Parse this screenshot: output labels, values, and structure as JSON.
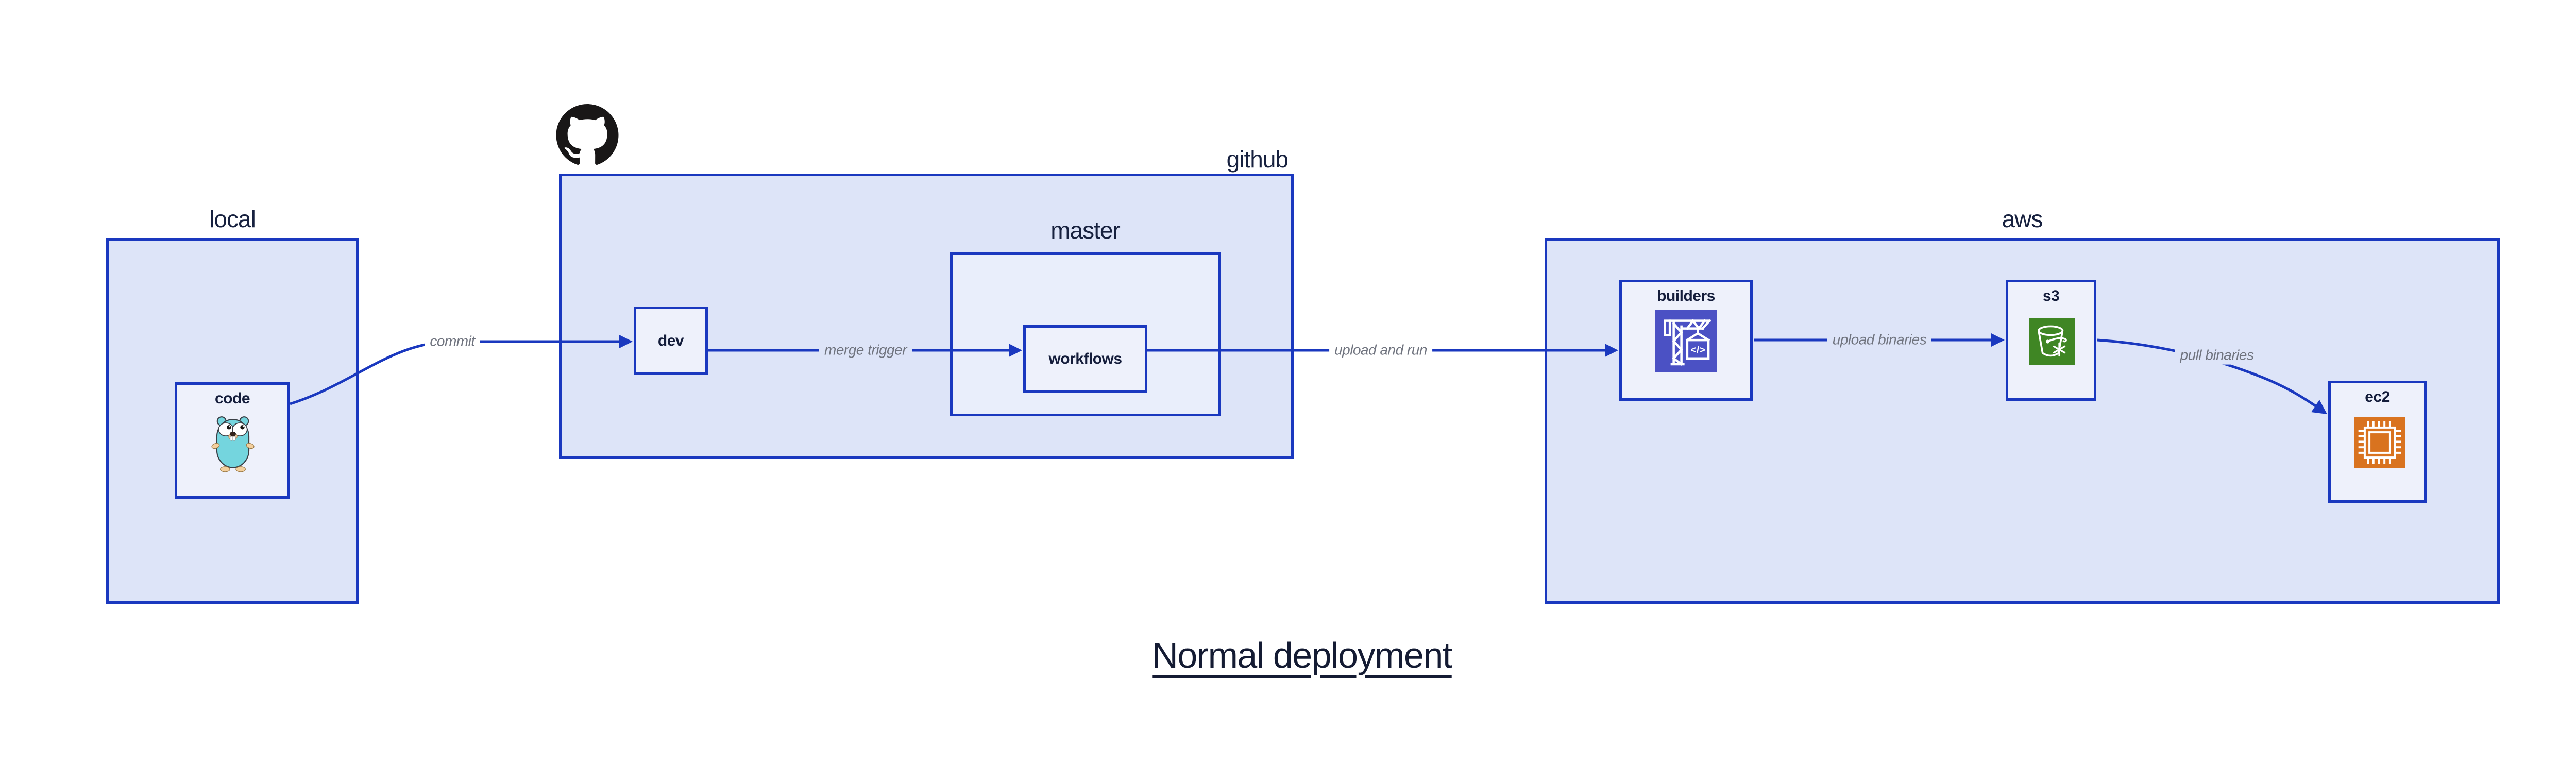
{
  "diagram": {
    "title": "Normal deployment",
    "containers": {
      "local": {
        "label": "local"
      },
      "github": {
        "label": "github",
        "icon": "github-octocat-icon"
      },
      "master": {
        "label": "master"
      },
      "aws": {
        "label": "aws"
      }
    },
    "nodes": {
      "code": {
        "label": "code",
        "icon": "go-gopher-icon"
      },
      "dev": {
        "label": "dev"
      },
      "workflows": {
        "label": "workflows"
      },
      "builders": {
        "label": "builders",
        "icon": "aws-codebuild-crane-icon",
        "icon_glyph": "</>"
      },
      "s3": {
        "label": "s3",
        "icon": "aws-s3-glacier-bucket-icon"
      },
      "ec2": {
        "label": "ec2",
        "icon": "aws-ec2-chip-icon"
      }
    },
    "edges": {
      "commit": {
        "label": "commit",
        "from": "code",
        "to": "dev"
      },
      "merge_trigger": {
        "label": "merge trigger",
        "from": "dev",
        "to": "workflows"
      },
      "upload_and_run": {
        "label": "upload and run",
        "from": "workflows",
        "to": "builders"
      },
      "upload_binaries": {
        "label": "upload binaries",
        "from": "builders",
        "to": "s3"
      },
      "pull_binaries": {
        "label": "pull binaries",
        "from": "s3",
        "to": "ec2"
      }
    },
    "colors": {
      "border_and_arrow_blue": "#1a38bf",
      "container_fill": "#dde4f8",
      "master_fill": "#e9eefb",
      "node_fill": "#eef1fb",
      "label_navy": "#17213f",
      "edge_label_gray": "#70747f",
      "codebuild_purple": "#4b51c4",
      "s3_green": "#3f8624",
      "ec2_orange": "#d9731f",
      "octocat_black": "#191717",
      "gopher_teal": "#74d5de"
    }
  }
}
